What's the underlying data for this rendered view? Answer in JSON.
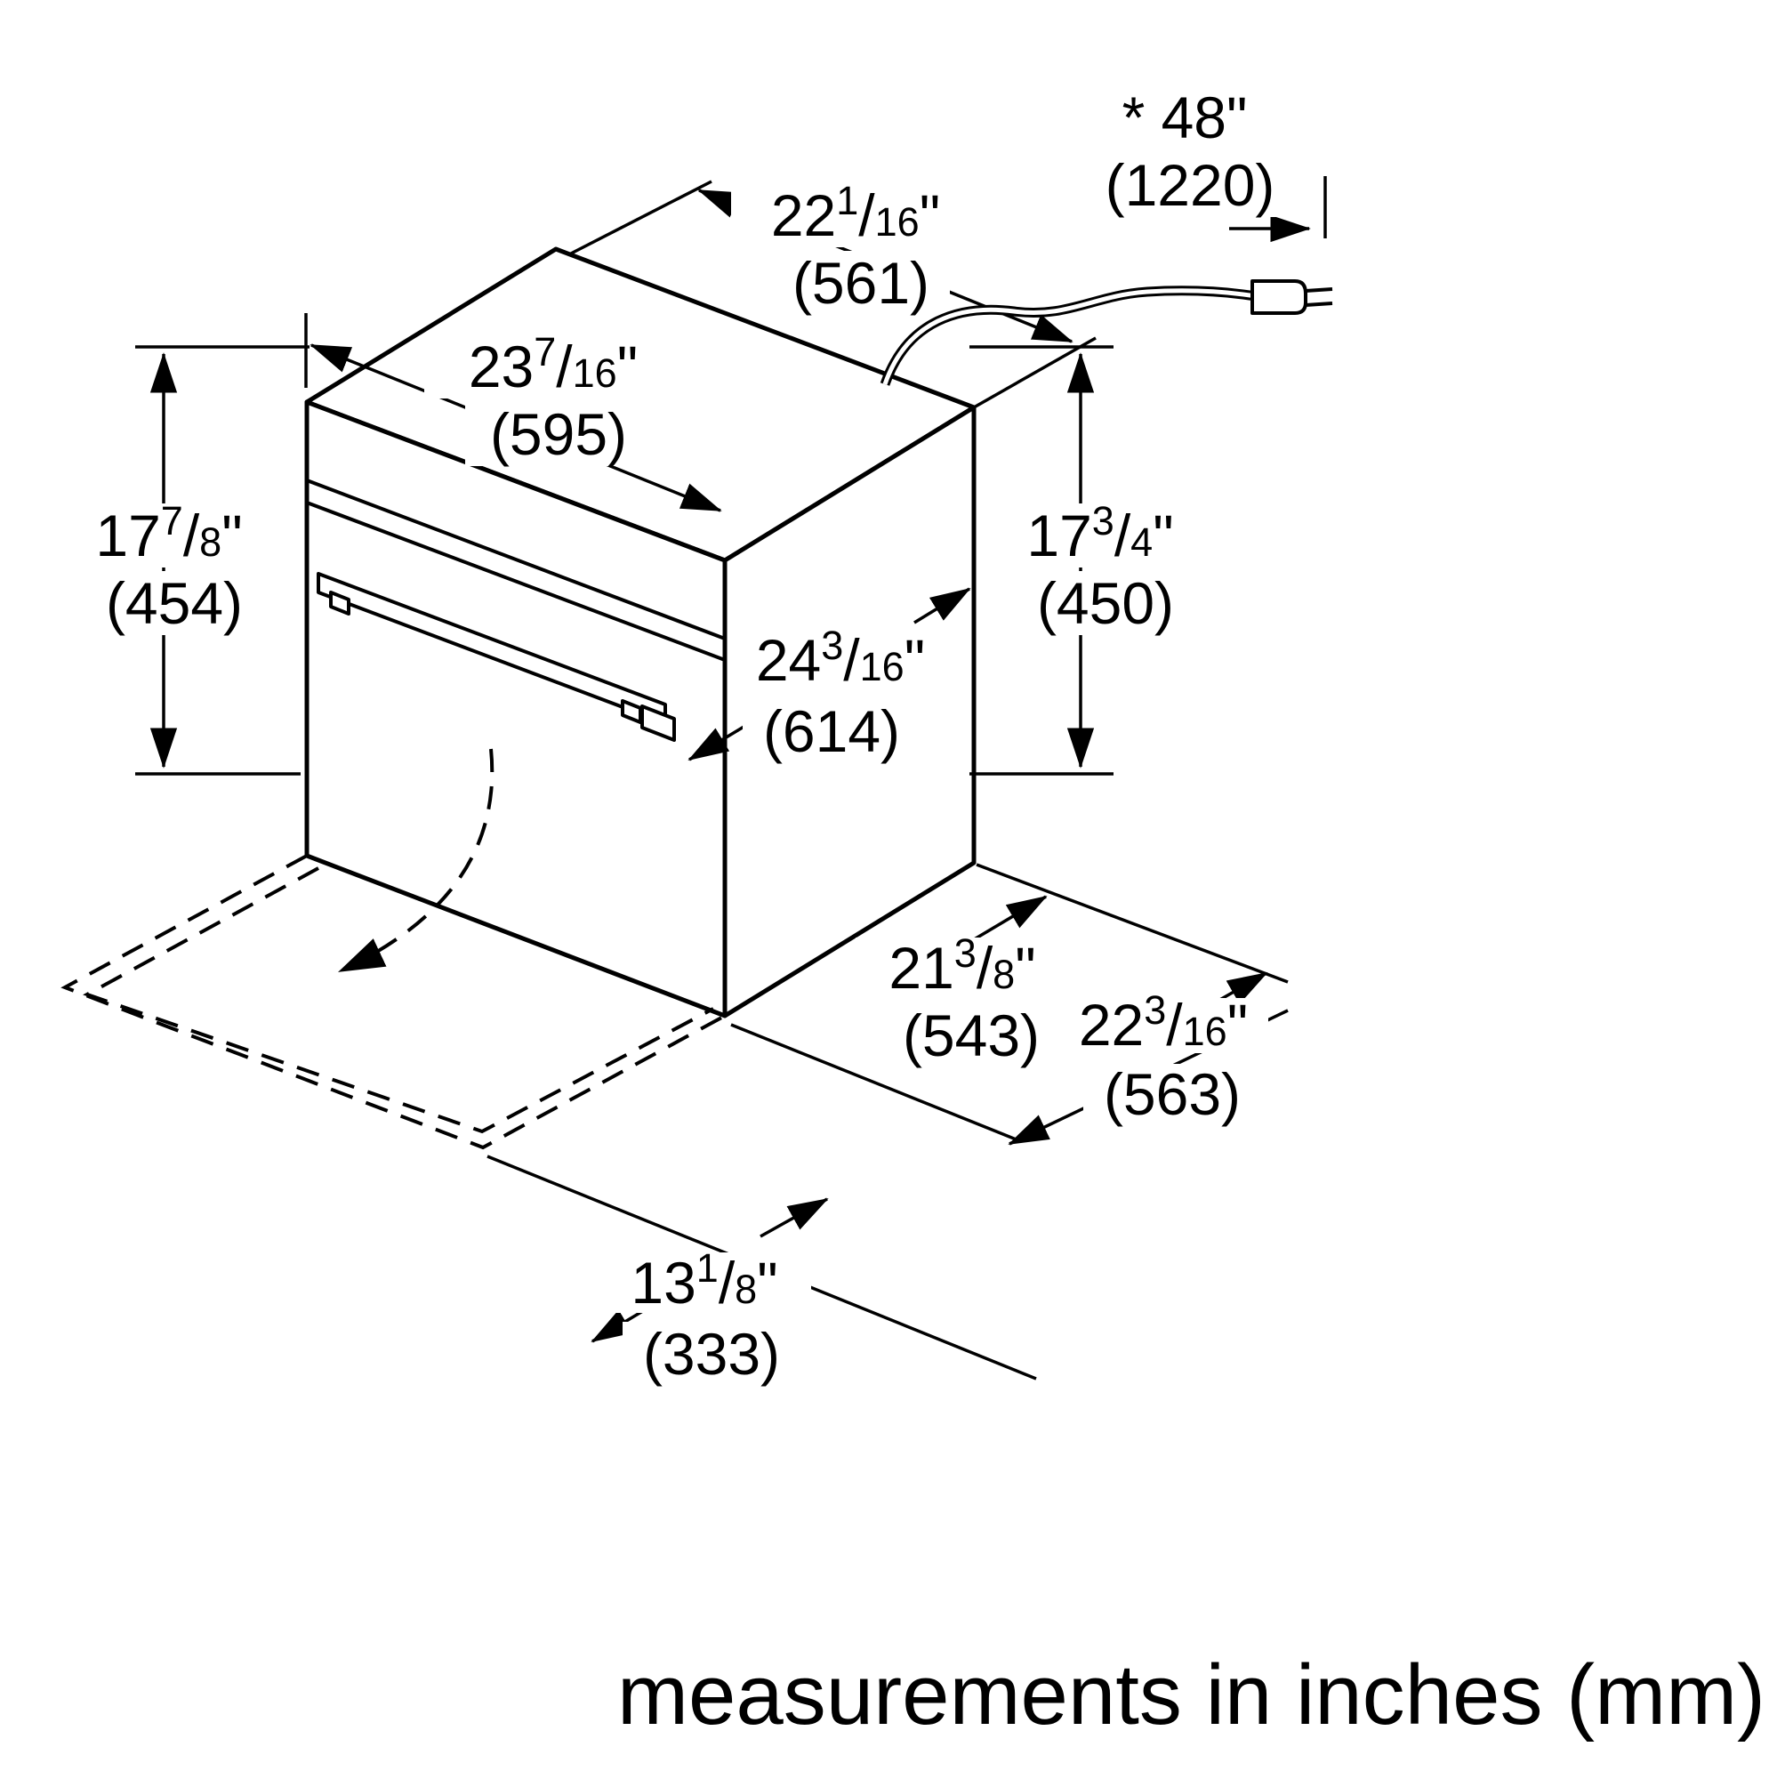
{
  "caption": "measurements in inches (mm)",
  "symbols": {
    "slash": "/",
    "quote": "\""
  },
  "dimensions": {
    "cord_length": {
      "label": "* 48\"",
      "mm": "(1220)"
    },
    "top_depth": {
      "whole": "22",
      "num": "1",
      "den": "16",
      "mm": "(561)"
    },
    "front_width": {
      "whole": "23",
      "num": "7",
      "den": "16",
      "mm": "(595)"
    },
    "front_height": {
      "whole": "17",
      "num": "7",
      "den": "8",
      "mm": "(454)"
    },
    "rear_height": {
      "whole": "17",
      "num": "3",
      "den": "4",
      "mm": "(450)"
    },
    "overall_depth": {
      "whole": "24",
      "num": "3",
      "den": "16",
      "mm": "(614)"
    },
    "body_depth": {
      "whole": "21",
      "num": "3",
      "den": "8",
      "mm": "(543)"
    },
    "bottom_depth": {
      "whole": "22",
      "num": "3",
      "den": "16",
      "mm": "(563)"
    },
    "door_open_depth": {
      "whole": "13",
      "num": "1",
      "den": "8",
      "mm": "(333)"
    }
  }
}
